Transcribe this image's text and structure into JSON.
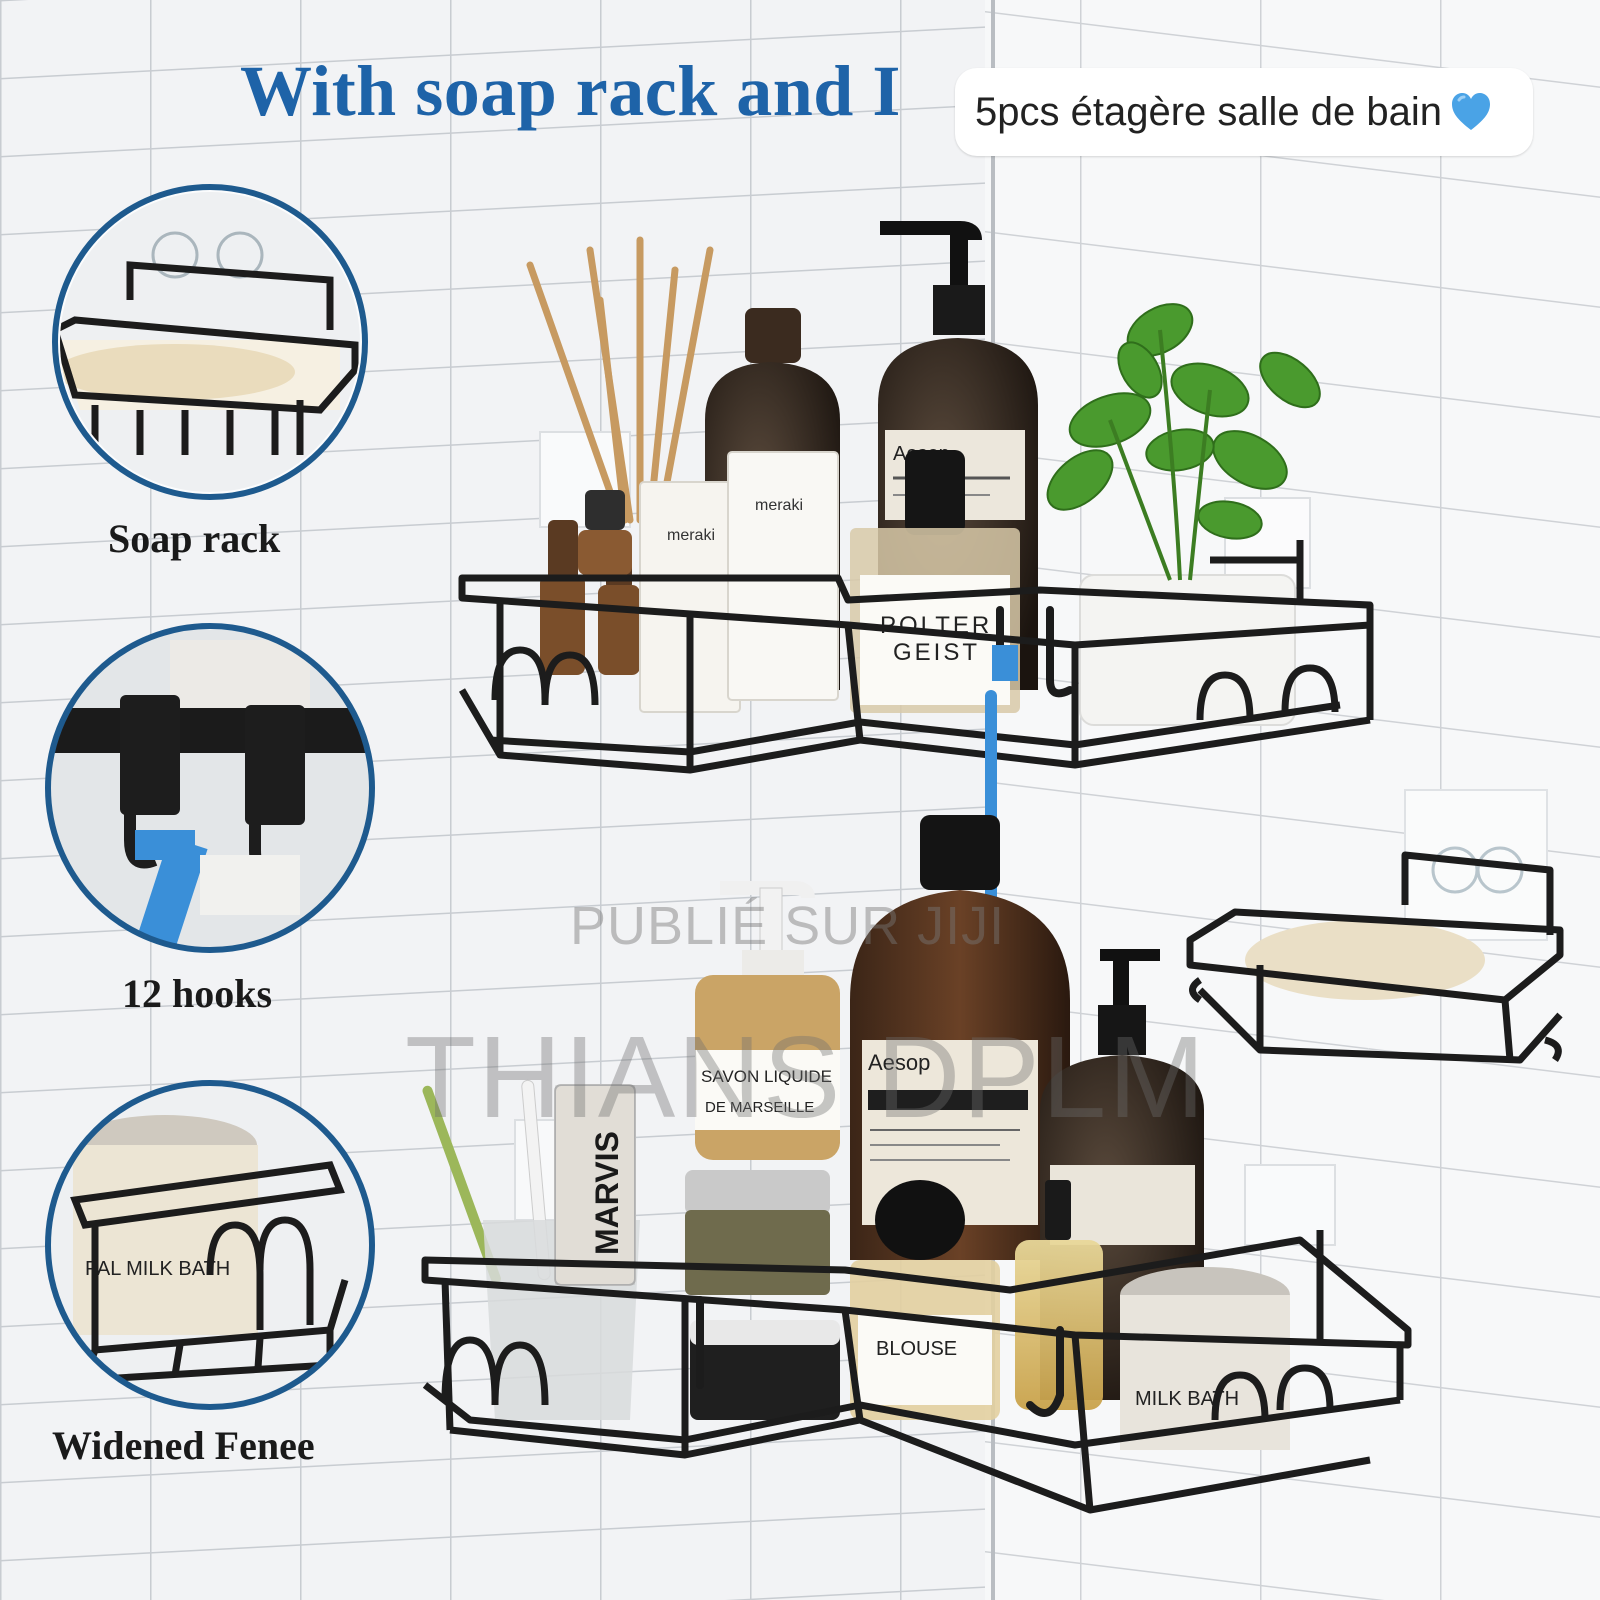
{
  "banner": {
    "title": "With soap rack and I"
  },
  "caption": {
    "text": "5pcs étagère salle de bain",
    "heart_icon": "blue-heart-icon",
    "heart_color": "#4aa3e6"
  },
  "features": [
    {
      "label": "Soap rack",
      "icon": "soap-rack-closeup"
    },
    {
      "label": "12 hooks",
      "icon": "hooks-closeup"
    },
    {
      "label": "Widened Fenee",
      "icon": "fence-closeup"
    }
  ],
  "watermark": {
    "line1": "PUBLIÉ SUR JIJI",
    "line2": "THIANS DPLM"
  },
  "product_labels": {
    "tube1": "meraki",
    "tube2": "meraki",
    "polter_line1": "POLTER",
    "polter_line2": "GEIST",
    "aesop_top": "Aesop",
    "aesop_bottom": "Aesop",
    "savon_line1": "SAVON LIQUIDE",
    "savon_line2": "DE MARSEILLE",
    "marvis": "MARVIS",
    "blouse": "BLOUSE",
    "milk_bath_left": "PAL MILK BATH",
    "milk_bath_right": "MILK BATH"
  },
  "colors": {
    "title_blue": "#1e63a8",
    "rack_black": "#1c1c1c",
    "tile": "#f3f4f5",
    "grout": "#c9ccd0",
    "razor_blue": "#3a8fd8"
  }
}
